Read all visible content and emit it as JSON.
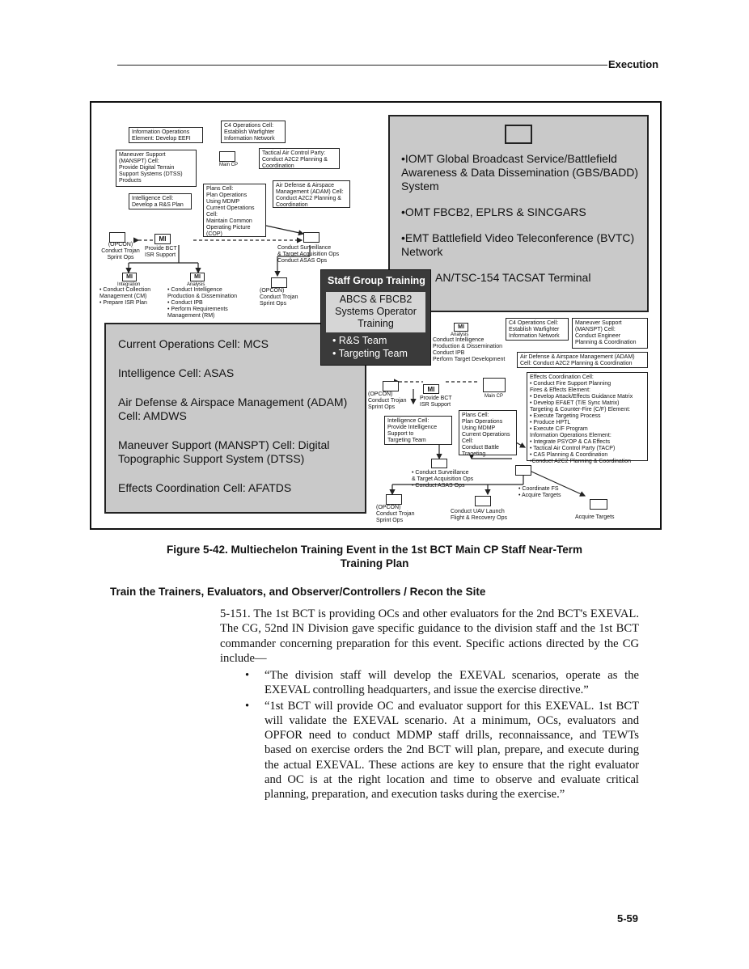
{
  "header": {
    "section": "Execution"
  },
  "figure": {
    "left": {
      "info_ops": "Information Operations\nElement: Develop EEFI",
      "c4_ops": "C4 Operations Cell:\nEstablish Warfighter\nInformation Network",
      "mansupt": "Maneuver Support\n(MANSPT) Cell:\nProvide Digital Terrain\nSupport Systems (DTSS)\nProducts",
      "tacp": "Tactical Air Control Party:\nConduct A2C2 Planning &\nCoordination",
      "main_cp": "Main CP",
      "adam": "Air Defense & Airspace\nManagement (ADAM) Cell:\nConduct A2C2 Planning &\nCoordination",
      "plans": "Plans Cell:\nPlan Operations\nUsing MDMP\nCurrent Operations\nCell:\nMaintain Common\nOperating Picture\n(COP)",
      "intel": "Intelligence Cell:\nDevelop a R&S Plan",
      "mi": "MI",
      "opcon_trojan": "(OPCON)\nConduct Trojan\nSprint Ops",
      "provide_isr": "Provide BCT\nISR Support",
      "surveillance": "Conduct Surveillance\n& Target Acquisition Ops\nConduct ASAS Ops",
      "integration": "Integration",
      "analysis": "Analysis",
      "integration_tasks": "• Conduct Collection\n  Management (CM)\n• Prepare ISR Plan",
      "analysis_tasks": "• Conduct Intelligence\n  Production & Dissemination\n• Conduct IPB\n• Perform Requirements\n  Management (RM)",
      "opcon_trojan2": "(OPCON)\nConduct Trojan\nSprint Ops"
    },
    "systems_box": {
      "items": [
        "•IOMT Global Broadcast Service/Battlefield Awareness & Data Dissemination (GBS/BADD) System",
        "•OMT FBCB2, EPLRS & SINCGARS",
        "•EMT Battlefield Video Teleconference (BVTC) Network",
        "AN/TSC-154 TACSAT Terminal"
      ]
    },
    "staff_group": {
      "title": "Staff Group Training",
      "inner": "ABCS & FBCB2\nSystems Operator\nTraining",
      "bullets": [
        "• R&S Team",
        "• Targeting Team"
      ]
    },
    "cells_box": {
      "items": [
        "Current Operations Cell: MCS",
        "Intelligence Cell: ASAS",
        "Air Defense & Airspace Management (ADAM) Cell: AMDWS",
        "Maneuver Support (MANSPT) Cell: Digital Topographic Support System (DTSS)",
        "Effects Coordination Cell: AFATDS"
      ]
    },
    "right": {
      "analysis": "Analysis",
      "analysis_tasks": "Conduct Intelligence\nProduction & Dissemination\nConduct IPB\nPerform Target Development",
      "c4_ops": "C4 Operations Cell:\nEstablish Warfighter\nInformation Network",
      "mansupt": "Maneuver Support\n(MANSPT) Cell:\nConduct Engineer\nPlanning & Coordination",
      "adam": "Air Defense & Airspace Management (ADAM)\nCell: Conduct A2C2 Planning & Coordination",
      "effects": "Effects Coordination Cell:\n• Conduct Fire Support Planning\n  Fires & Effects Element:\n• Develop Attack/Effects Guidance Matrix\n• Develop EF&ET (T/E Sync Matrix)\nTargeting & Counter-Fire (C/F) Element:\n• Execute Targeting Process\n• Produce HPTL\n• Execute C/F Program\nInformation Operations Element:\n• Integrate PSYOP & CA Effects\n• Tactical Air Control Party (TACP)\n• CAS Planning & Coordination\n•Conduct A2C2 Planning & Coordination",
      "opcon_trojan": "(OPCON)\nConduct Trojan\nSprint Ops",
      "mi": "MI",
      "provide_isr": "Provide BCT\nISR Support",
      "main_cp": "Main CP",
      "intel": "Intelligence Cell:\nProvide Intelligence\nSupport to\nTargeting Team",
      "plans": "Plans Cell:\nPlan Operations\nUsing MDMP\nCurrent Operations\nCell:\nConduct Battle\nTrageting",
      "surveillance": "• Conduct Surveillance\n  & Target Acquisition Ops\n• Conduct ASAS Ops",
      "coord_fs": "• Coordinate FS\n• Acquire Targets",
      "opcon_trojan2": "(OPCON)\nConduct Trojan\nSprint Ops",
      "uav": "Conduct UAV Launch\nFlight & Recovery Ops",
      "acquire": "Acquire Targets"
    }
  },
  "caption": "Figure 5-42. Multiechelon Training Event in the 1st BCT Main CP Staff Near-Term\nTraining Plan",
  "subheading": "Train the Trainers, Evaluators, and Observer/Controllers / Recon the Site",
  "paragraph": "5-151. The 1st BCT is providing OCs and other evaluators for the 2nd BCT's EXEVAL. The CG, 52nd IN Division gave specific guidance to the division staff and the 1st BCT commander concerning preparation for this event. Specific actions directed by the CG include—",
  "bullets": [
    "“The division staff will develop the EXEVAL scenarios, operate as the EXEVAL controlling headquarters, and issue the exercise directive.”",
    "“1st BCT will provide OC and evaluator support for this EXEVAL. 1st BCT will validate the EXEVAL scenario. At a minimum, OCs, evaluators and OPFOR need to conduct MDMP staff drills, reconnaissance, and TEWTs based on exercise orders the 2nd BCT will plan, prepare, and execute during the actual EXEVAL. These actions are key to ensure that the right evaluator and OC is at the right location and time to observe and evaluate critical planning, preparation, and execution tasks during the exercise.”"
  ],
  "bullet_glyph": "•",
  "page_number": "5-59"
}
